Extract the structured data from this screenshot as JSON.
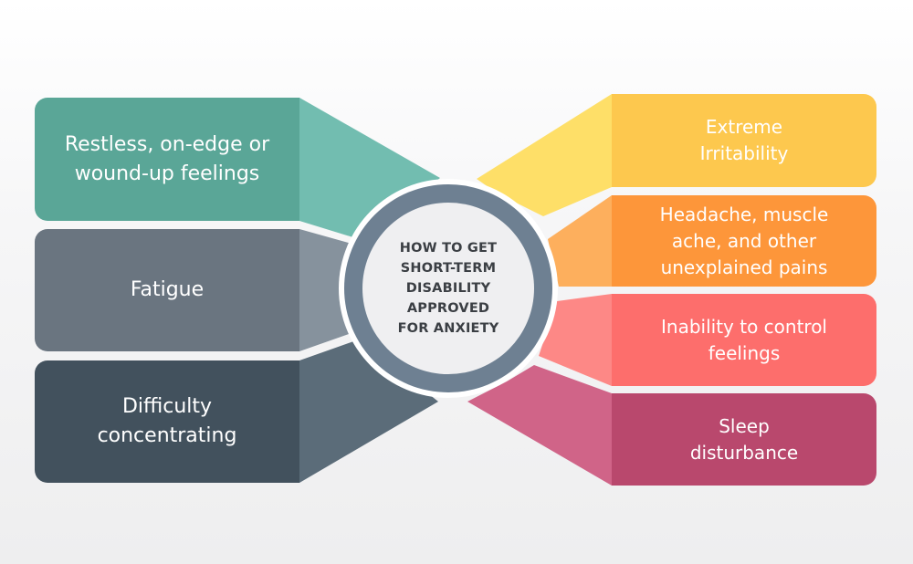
{
  "title": "HOW TO GET\nSHORT-TERM\nDISABILITY\nAPPROVED\nFOR ANXIETY",
  "symptoms_left": [
    {
      "label": "Restless, on-edge or wound-up feelings",
      "color": "#5aa697",
      "wedge_color": "#72bdb0"
    },
    {
      "label": "Fatigue",
      "color": "#6a7580",
      "wedge_color": "#86929d"
    },
    {
      "label": "Difficulty concentrating",
      "color": "#42515d",
      "wedge_color": "#5b6c79"
    }
  ],
  "symptoms_right": [
    {
      "label": "Extreme Irritability",
      "color": "#fdc84e",
      "wedge_color": "#fedf68"
    },
    {
      "label": "Headache, muscle ache, and other unexplained pains",
      "color": "#fd963a",
      "wedge_color": "#fdaf5d"
    },
    {
      "label": "Inability to control feelings",
      "color": "#fd6e6c",
      "wedge_color": "#fd8886"
    },
    {
      "label": "Sleep disturbance",
      "color": "#b9486d",
      "wedge_color": "#d06488"
    }
  ],
  "ring_color": "#6e8092"
}
